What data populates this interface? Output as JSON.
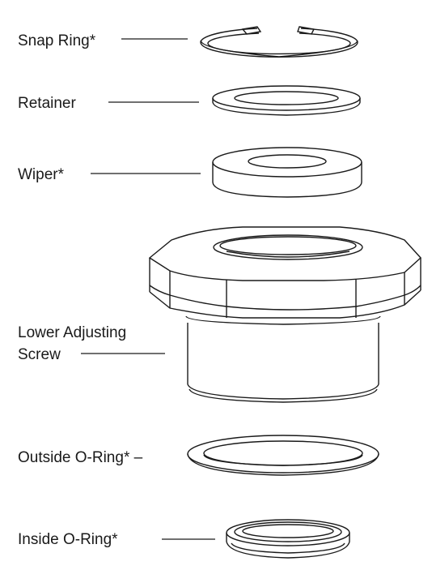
{
  "diagram": {
    "parts": [
      {
        "id": "snap-ring",
        "label": "Snap Ring*"
      },
      {
        "id": "retainer",
        "label": "Retainer"
      },
      {
        "id": "wiper",
        "label": "Wiper*"
      },
      {
        "id": "lower-adjusting-screw",
        "label_line1": "Lower Adjusting",
        "label_line2": "Screw"
      },
      {
        "id": "outside-o-ring",
        "label": "Outside O-Ring* –"
      },
      {
        "id": "inside-o-ring",
        "label": "Inside O-Ring*"
      }
    ]
  }
}
